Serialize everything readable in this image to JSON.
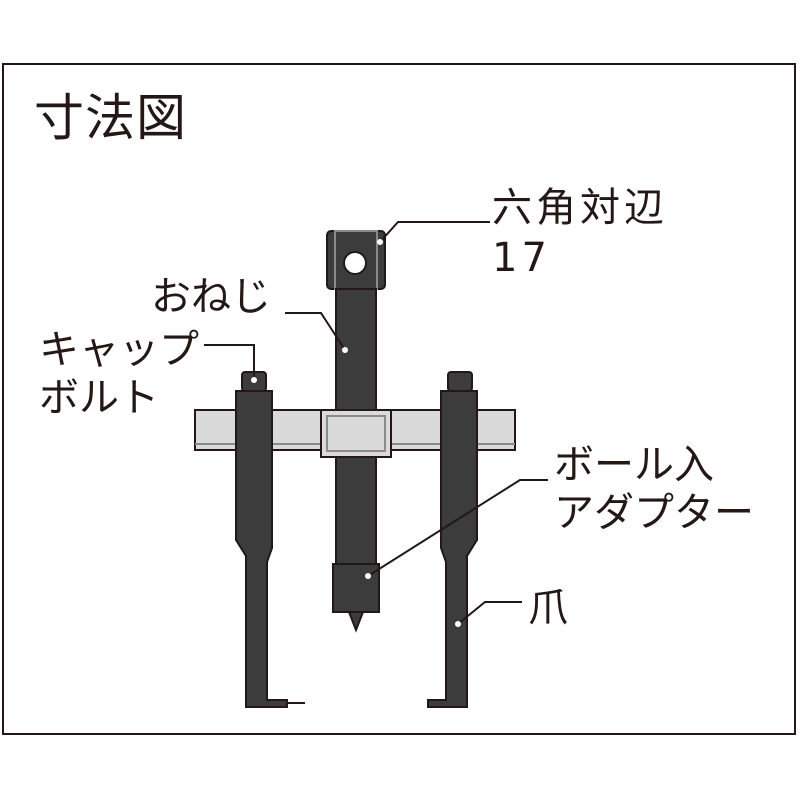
{
  "title": "寸法図",
  "labels": {
    "hex_line1": "六角対辺",
    "hex_line2": "17",
    "screw": "おねじ",
    "cap_bolt_line1": "キャップ",
    "cap_bolt_line2": "ボルト",
    "ball_adapter_line1": "ボール入",
    "ball_adapter_line2": "アダプター",
    "claw": "爪"
  },
  "colors": {
    "line": "#231815",
    "part_fill": "#3c3c3c",
    "crossbar_fill": "#dadada",
    "background": "#ffffff"
  }
}
